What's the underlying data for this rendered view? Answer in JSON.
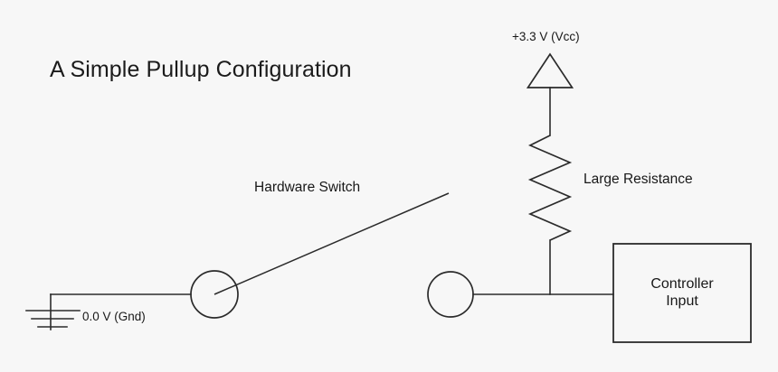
{
  "diagram": {
    "title": "A Simple Pullup Configuration",
    "background_color": "#f7f7f7",
    "line_color": "#2b2b2b",
    "text_color": "#181818",
    "labels": {
      "vcc": "+3.3 V (Vcc)",
      "ground": "0.0 V (Gnd)",
      "resistor": "Large Resistance",
      "switch": "Hardware Switch",
      "controller_line1": "Controller",
      "controller_line2": "Input"
    },
    "components": {
      "vcc_source": "triangle-supply-symbol",
      "pullup_resistor": "zigzag-resistor-symbol",
      "ground_symbol": "three-bar-ground-symbol",
      "switch_terminal_left": "circle-terminal",
      "switch_terminal_right": "circle-terminal",
      "switch_lever": "open-switch-lever",
      "controller_block": "rectangle-block"
    }
  }
}
